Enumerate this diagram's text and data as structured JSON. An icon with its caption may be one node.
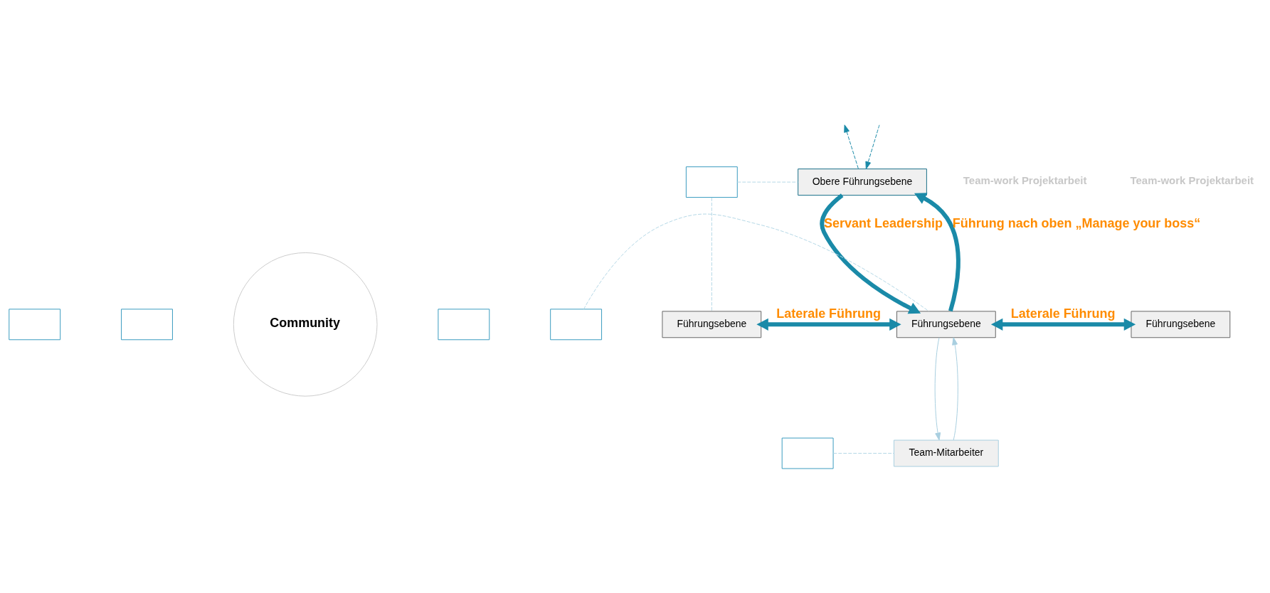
{
  "diagram": {
    "nodes": [
      {
        "text": [
          "Obere Führungsebene"
        ]
      },
      {
        "text": [
          "Führungsebene"
        ]
      },
      {
        "text": [
          "Führungsebene"
        ]
      },
      {
        "text": [
          "Führungsebene"
        ]
      },
      {
        "text": [
          "Team-Mitarbeiter"
        ]
      },
      {
        "text": [
          "Community"
        ]
      },
      {
        "text": [],
        "shape": "box"
      },
      {
        "text": [],
        "shape": "box"
      },
      {
        "text": [],
        "shape": "box"
      },
      {
        "text": [],
        "shape": "box"
      },
      {
        "text": [],
        "shape": "box"
      },
      {
        "text": [],
        "shape": "box"
      }
    ],
    "edges": [
      {
        "from": 0,
        "to": null,
        "arrow": "to",
        "style": "dashed"
      },
      {
        "from": null,
        "to": 0,
        "arrow": "to",
        "style": "dashed"
      },
      {
        "from": 0,
        "to": 2,
        "arrow": "to",
        "style": "thick",
        "label": "Servant Leadership"
      },
      {
        "from": 2,
        "to": 0,
        "arrow": "to",
        "style": "thick",
        "label": "Führung nach oben „Manage your boss“"
      },
      {
        "from": 1,
        "to": 2,
        "arrow": "both",
        "style": "thick",
        "label": "Laterale Führung"
      },
      {
        "from": 2,
        "to": 3,
        "arrow": "both",
        "style": "thick",
        "label": "Laterale Führung"
      },
      {
        "from": 2,
        "to": 4,
        "arrow": "to",
        "color": "#a9cfe0"
      },
      {
        "from": 4,
        "to": 2,
        "arrow": "to",
        "color": "#a9cfe0"
      },
      {
        "from": 6,
        "to": 0,
        "arrow": "none",
        "style": "dashed",
        "color": "#b5d8e6"
      },
      {
        "from": 6,
        "to": 1,
        "arrow": "none",
        "style": "dashed",
        "color": "#b5d8e6"
      },
      {
        "from": 10,
        "to": 2,
        "arrow": "none",
        "style": "dashed",
        "color": "#b5d8e6"
      },
      {
        "from": 11,
        "to": 4,
        "arrow": "none",
        "style": "dashed",
        "color": "#b5d8e6"
      }
    ],
    "labels": [
      "Team-work Projektarbeit",
      "Team-work Projektarbeit"
    ]
  }
}
